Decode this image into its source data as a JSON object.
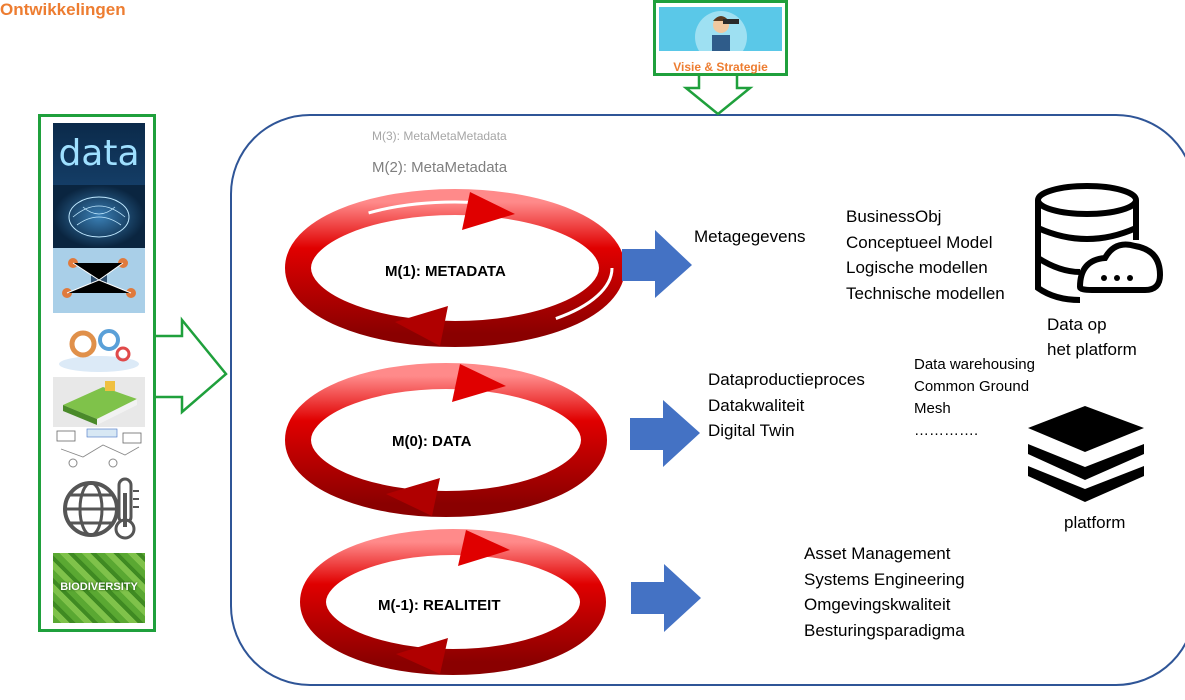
{
  "developments": {
    "title": "Ontwikkelingen",
    "thumbs": [
      {
        "icon": "data-text-image",
        "text": "data"
      },
      {
        "icon": "brain-network-image"
      },
      {
        "icon": "connected-people-image"
      },
      {
        "icon": "gears-teamwork-image"
      },
      {
        "icon": "green-book-image"
      },
      {
        "icon": "common-ground-sketch-image"
      },
      {
        "icon": "globe-thermometer-icon"
      },
      {
        "icon": "biodiversity-image",
        "text": "BIODIVERSITY"
      }
    ]
  },
  "vision": {
    "label": "Visie & Strategie",
    "icon": "person-telescope-image"
  },
  "levels": {
    "m3": "M(3): MetaMetaMetadata",
    "m2": "M(2): MetaMetadata"
  },
  "cycles": [
    {
      "label": "M(1): METADATA"
    },
    {
      "label": "M(0): DATA"
    },
    {
      "label": "M(-1): REALITEIT"
    }
  ],
  "metagegevens": "Metagegevens",
  "metadata_models": [
    "BusinessObj",
    "Conceptueel Model",
    "Logische modellen",
    "Technische modellen"
  ],
  "data_items": [
    "Dataproductieproces",
    "Datakwaliteit",
    "Digital Twin"
  ],
  "platform_items": [
    "Data warehousing",
    "Common Ground",
    "Mesh",
    "…………."
  ],
  "reality_items": [
    "Asset Management",
    "Systems Engineering",
    "Omgevingskwaliteit",
    "Besturingsparadigma"
  ],
  "data_platform_label": [
    "Data op",
    "het platform"
  ],
  "platform_label": "platform",
  "colors": {
    "green": "#1fa03c",
    "orange": "#ed7d31",
    "blue_arrow": "#4472c4",
    "frame": "#2f5597",
    "ring": "#c00000"
  }
}
